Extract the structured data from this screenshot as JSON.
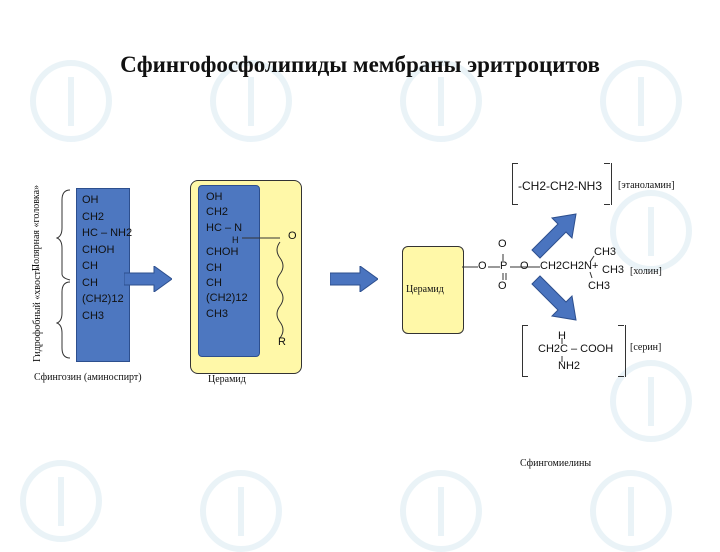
{
  "title": "Сфингофосфолипиды мембраны эритроцитов",
  "side_labels": {
    "polar_head": "Полярная «головка»",
    "hydrophobic_tail": "Гидрофобный «хвост»"
  },
  "captions": {
    "sphingosine": "Сфингозин (аминоспирт)",
    "ceramide": "Церамид",
    "ceramide_inner": "Церамид",
    "sphingomyelins": "Сфингомиелины"
  },
  "sphingosine_formula": [
    "OH",
    "CH2",
    "HC – NH2",
    "CHOH",
    "CH",
    "CH",
    "(CH2)12",
    "CH3"
  ],
  "ceramide_formula": [
    "OH",
    "CH2",
    "HC – N",
    "H",
    "CHOH",
    "CH",
    "CH",
    "(CH2)12",
    "CH3"
  ],
  "ceramide_side": {
    "o": "O",
    "r": "R"
  },
  "phosphate": {
    "o_top": "O",
    "o_left": "O",
    "p": "P",
    "o_right": "O",
    "o_bottom": "O",
    "chain": "CH2CH2N+",
    "ch3_top": "CH3",
    "ch3_mid": "CH3",
    "ch3_bottom": "CH3"
  },
  "head_groups": {
    "ethanolamine_formula": "-CH2-CH2-NH3",
    "ethanolamine": "[этаноламин]",
    "choline": "[холин]",
    "serine_h": "H",
    "serine_formula": "CH2C – COOH",
    "serine_nh2": "NH2",
    "serine": "[серин]"
  },
  "colors": {
    "column_blue": "#4d77c0",
    "ceramide_yellow": "#fff8a8",
    "arrow_blue": "#4a74bf",
    "watermark": "#d9eaf2"
  }
}
